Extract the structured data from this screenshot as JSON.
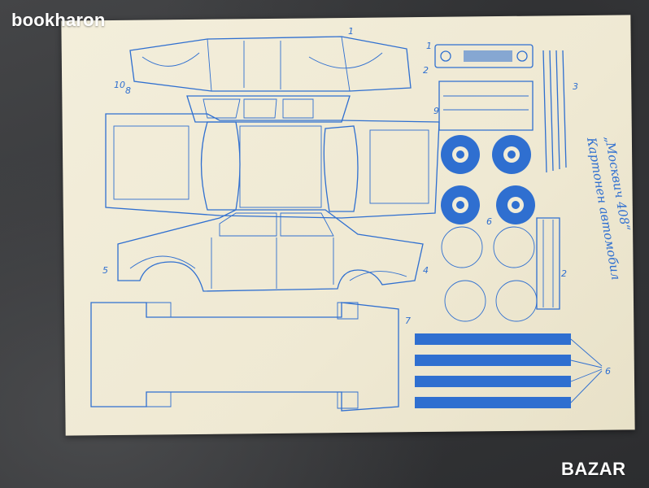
{
  "watermarks": {
    "site": "bookharon",
    "marketplace": "BAZAR"
  },
  "sheet": {
    "title_line1": "Картонен автомобил",
    "title_line2": "„Москвич 408“",
    "part_labels": [
      "1",
      "2",
      "3",
      "4",
      "5",
      "6",
      "7",
      "8",
      "9",
      "10"
    ],
    "colors": {
      "ink": "#2f6fd0",
      "paper": "#f1ecd8",
      "background": "#3a3b3d"
    }
  }
}
